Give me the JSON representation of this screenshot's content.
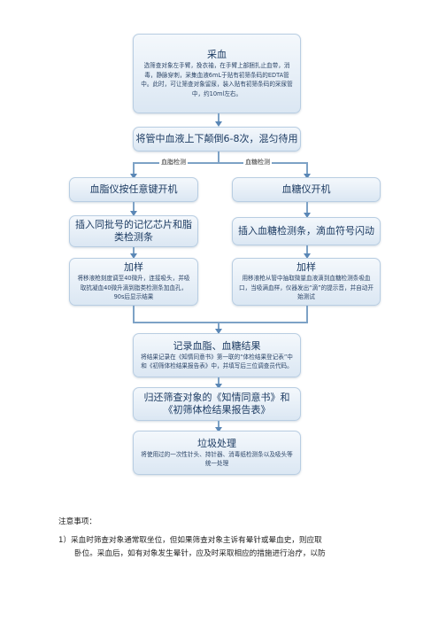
{
  "steps": {
    "collect": {
      "title": "采血",
      "desc": "选筛查对象左手臂，挽衣袖，在手臂上部捆扎止血带，消毒，静脉穿刺，采集血液6mL于贴有初筛条码的EDTA管中。此时，可让筛查对象留尿，装入贴有初筛条码的采尿管中，约10ml左右。"
    },
    "mix": {
      "title": "将管中血液上下颠倒6-8次，混匀待用"
    },
    "branch_left_label": "血脂检测",
    "branch_right_label": "血糖检测",
    "lipid_on": {
      "title": "血脂仪按任意键开机"
    },
    "lipid_insert": {
      "title": "插入同批号的记忆芯片和脂类检测条"
    },
    "lipid_load": {
      "title": "加样",
      "desc": "将移液枪刻度调至40微升，连接吸头，并吸取抗凝血40微升滴到脂类检测条加血孔，90s后显示结果"
    },
    "glucose_on": {
      "title": "血糖仪开机"
    },
    "glucose_insert": {
      "title": "插入血糖检测条，滴血符号闪动"
    },
    "glucose_load": {
      "title": "加样",
      "desc": "用移液枪从管中抽取微量血液滴到血糖检测条吸血口，当吸满血样，仪器发出“滴”的提示音，并自动开始测试"
    },
    "record": {
      "title": "记录血脂、血糖结果",
      "desc": "将结果记录在《知情同意书》第一联的“体检结果登记表”中和《初筛体检结果报告表》中，并填写后三位调查员代码。"
    },
    "return": {
      "title": "归还筛查对象的《知情同意书》和《初筛体检结果报告表》"
    },
    "waste": {
      "title": "垃圾处理",
      "desc": "将使用过的一次性针头、持针器、消毒纸检测条以及吸头等统一处理"
    }
  },
  "notes": {
    "heading": "注意事项：",
    "item1_line1": "1）采血时筛查对象通常取坐位，但如果筛查对象主诉有晕针或晕血史，则应取",
    "item1_line2": "卧位。采血后，如有对象发生晕针，应及时采取相应的措施进行治疗，以防"
  }
}
